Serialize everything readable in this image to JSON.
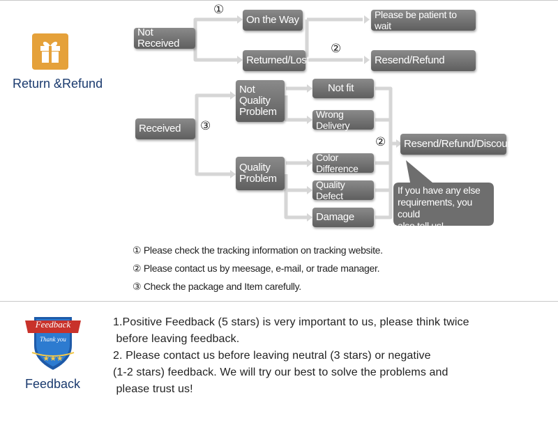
{
  "section1": {
    "title": "Return &Refund",
    "icon": "gift-box-icon",
    "icon_color": "#e5a13a"
  },
  "flow": {
    "not_received": "Not Received",
    "on_the_way": "On the Way",
    "please_wait": "Please be patient to wait",
    "returned_lost": "Returned/Lost",
    "resend_refund": "Resend/Refund",
    "received": "Received",
    "not_quality_problem": [
      "Not",
      "Quality",
      "Problem"
    ],
    "not_fit": "Not fit",
    "wrong_delivery": "Wrong Delivery",
    "quality_problem": [
      "Quality",
      "Problem"
    ],
    "color_difference": "Color Difference",
    "quality_defect": "Quality Defect",
    "damage": "Damage",
    "resend_refund_discount": "Resend/Refund/Discount",
    "bubble": [
      "If you have any else",
      "requirements, you could",
      "also tell us!"
    ],
    "mark1": "①",
    "mark2": "②",
    "mark3": "③"
  },
  "notes": [
    "① Please check the tracking information on tracking website.",
    "② Please contact us by meesage, e-mail, or trade manager.",
    "③ Check the package and Item carefully."
  ],
  "section2": {
    "title": "Feedback",
    "badge_top": "Feedback",
    "badge_sub": "Thank you",
    "badge_stars": "★★★",
    "lines": [
      "1.Positive Feedback (5 stars) is very important to us, please think twice",
      " before leaving feedback.",
      "2. Please contact us before leaving neutral (3 stars) or negative",
      "(1-2 stars) feedback. We will try our best to solve the problems and",
      " please trust us!"
    ]
  },
  "colors": {
    "box": "#6e6e6e",
    "connector": "#d9d9d9",
    "badge_red": "#c8322b",
    "badge_blue": "#1e5aa8"
  }
}
